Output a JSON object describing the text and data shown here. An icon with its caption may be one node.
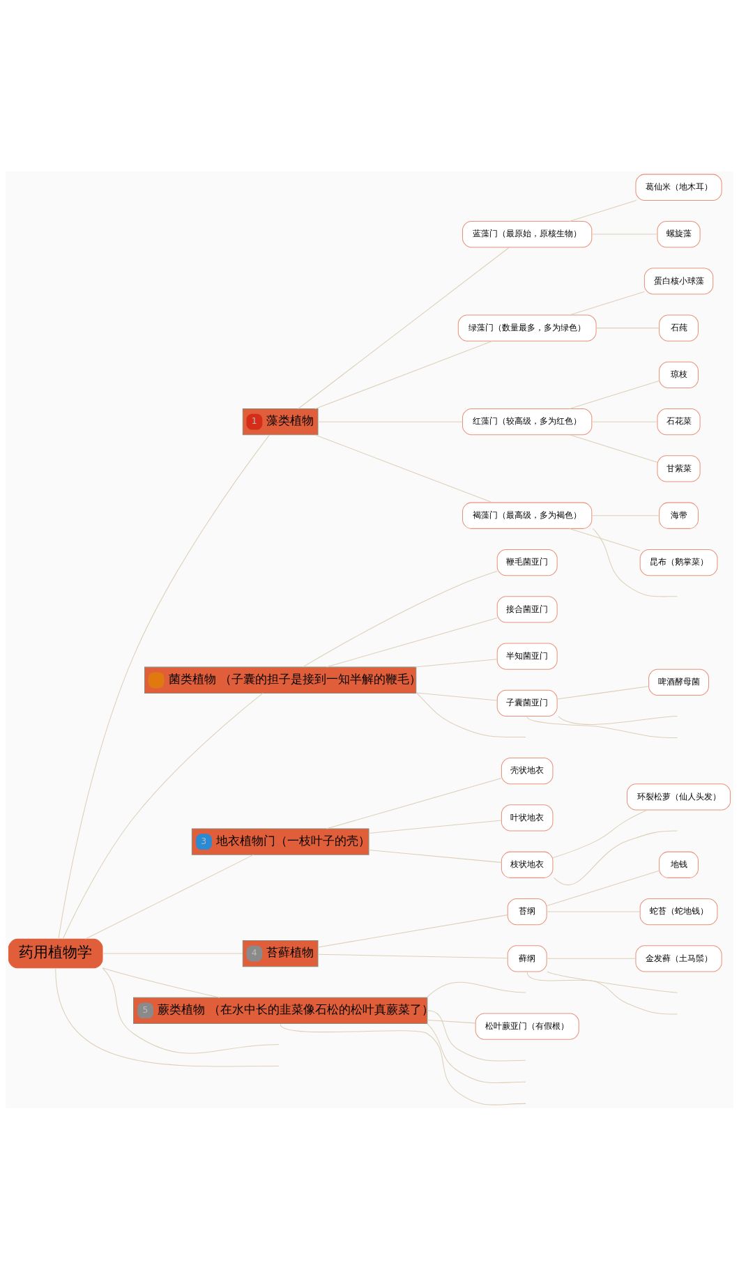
{
  "diagram": {
    "nodes": [
      {
        "text": [
          "药用植物学"
        ]
      },
      {
        "text": [
          "1",
          "藻类植物"
        ]
      },
      {
        "text": [
          "蓝藻门（最原始，原核生物）"
        ]
      },
      {
        "text": [
          "葛仙米（地木耳）"
        ]
      },
      {
        "text": [
          "螺旋藻"
        ]
      },
      {
        "text": [
          "绿藻门（数量最多，多为绿色）"
        ]
      },
      {
        "text": [
          "蛋白核小球藻"
        ]
      },
      {
        "text": [
          "石莼"
        ]
      },
      {
        "text": [
          "红藻门（较高级，多为红色）"
        ]
      },
      {
        "text": [
          "琼枝"
        ]
      },
      {
        "text": [
          "石花菜"
        ]
      },
      {
        "text": [
          "甘紫菜"
        ]
      },
      {
        "text": [
          "褐藻门（最高级，多为褐色）"
        ]
      },
      {
        "text": [
          "海带"
        ]
      },
      {
        "text": [
          "昆布（鹅掌菜）"
        ]
      },
      {
        "text": [
          "菌类植物 （子囊的担子是接到一知半解的鞭毛）"
        ]
      },
      {
        "text": [
          "鞭毛菌亚门"
        ]
      },
      {
        "text": [
          "接合菌亚门"
        ]
      },
      {
        "text": [
          "半知菌亚门"
        ]
      },
      {
        "text": [
          "子囊菌亚门"
        ]
      },
      {
        "text": [
          "啤酒酵母菌"
        ]
      },
      {
        "text": [
          "3",
          "地衣植物门（一枝叶子的壳）"
        ]
      },
      {
        "text": [
          "壳状地衣"
        ]
      },
      {
        "text": [
          "叶状地衣"
        ]
      },
      {
        "text": [
          "枝状地衣"
        ]
      },
      {
        "text": [
          "环裂松萝（仙人头发）"
        ]
      },
      {
        "text": [
          "4",
          "苔藓植物"
        ]
      },
      {
        "text": [
          "苔纲"
        ]
      },
      {
        "text": [
          "地钱"
        ]
      },
      {
        "text": [
          "蛇苔（蛇地钱）"
        ]
      },
      {
        "text": [
          "藓纲"
        ]
      },
      {
        "text": [
          "金发藓（土马鬃）"
        ]
      },
      {
        "text": [
          "5",
          "蕨类植物 （在水中长的韭菜像石松的松叶真蕨菜了）"
        ]
      },
      {
        "text": [
          "松叶蕨亚门（有假根）"
        ]
      }
    ],
    "edges": [
      {
        "from": 0,
        "to": 1,
        "arrow": "none"
      },
      {
        "from": 1,
        "to": 2,
        "arrow": "none"
      },
      {
        "from": 2,
        "to": 3,
        "arrow": "none"
      },
      {
        "from": 2,
        "to": 4,
        "arrow": "none"
      },
      {
        "from": 1,
        "to": 5,
        "arrow": "none"
      },
      {
        "from": 5,
        "to": 6,
        "arrow": "none"
      },
      {
        "from": 5,
        "to": 7,
        "arrow": "none"
      },
      {
        "from": 1,
        "to": 8,
        "arrow": "none"
      },
      {
        "from": 8,
        "to": 9,
        "arrow": "none"
      },
      {
        "from": 8,
        "to": 10,
        "arrow": "none"
      },
      {
        "from": 8,
        "to": 11,
        "arrow": "none"
      },
      {
        "from": 1,
        "to": 12,
        "arrow": "none"
      },
      {
        "from": 12,
        "to": 13,
        "arrow": "none"
      },
      {
        "from": 12,
        "to": 14,
        "arrow": "none"
      },
      {
        "from": 12,
        "to": null,
        "arrow": "none"
      },
      {
        "from": 0,
        "to": 15,
        "arrow": "none"
      },
      {
        "from": 15,
        "to": 16,
        "arrow": "none"
      },
      {
        "from": 15,
        "to": 17,
        "arrow": "none"
      },
      {
        "from": 15,
        "to": 18,
        "arrow": "none"
      },
      {
        "from": 15,
        "to": 19,
        "arrow": "none"
      },
      {
        "from": 19,
        "to": 20,
        "arrow": "none"
      },
      {
        "from": 19,
        "to": null,
        "arrow": "none"
      },
      {
        "from": 19,
        "to": null,
        "arrow": "none"
      },
      {
        "from": 15,
        "to": null,
        "arrow": "none"
      },
      {
        "from": 0,
        "to": 21,
        "arrow": "none"
      },
      {
        "from": 21,
        "to": 22,
        "arrow": "none"
      },
      {
        "from": 21,
        "to": 23,
        "arrow": "none"
      },
      {
        "from": 21,
        "to": 24,
        "arrow": "none"
      },
      {
        "from": 24,
        "to": 25,
        "arrow": "none"
      },
      {
        "from": 24,
        "to": null,
        "arrow": "none"
      },
      {
        "from": 0,
        "to": 26,
        "arrow": "none"
      },
      {
        "from": 26,
        "to": 27,
        "arrow": "none"
      },
      {
        "from": 27,
        "to": 28,
        "arrow": "none"
      },
      {
        "from": 27,
        "to": 29,
        "arrow": "none"
      },
      {
        "from": 26,
        "to": 30,
        "arrow": "none"
      },
      {
        "from": 30,
        "to": 31,
        "arrow": "none"
      },
      {
        "from": 30,
        "to": null,
        "arrow": "none"
      },
      {
        "from": 30,
        "to": null,
        "arrow": "none"
      },
      {
        "from": 0,
        "to": 32,
        "arrow": "none"
      },
      {
        "from": 32,
        "to": 33,
        "arrow": "none"
      },
      {
        "from": 32,
        "to": null,
        "arrow": "none"
      },
      {
        "from": 32,
        "to": null,
        "arrow": "none"
      },
      {
        "from": 32,
        "to": null,
        "arrow": "none"
      },
      {
        "from": 32,
        "to": null,
        "arrow": "none"
      },
      {
        "from": 0,
        "to": null,
        "arrow": "none"
      },
      {
        "from": 0,
        "to": null,
        "arrow": "none"
      }
    ]
  }
}
